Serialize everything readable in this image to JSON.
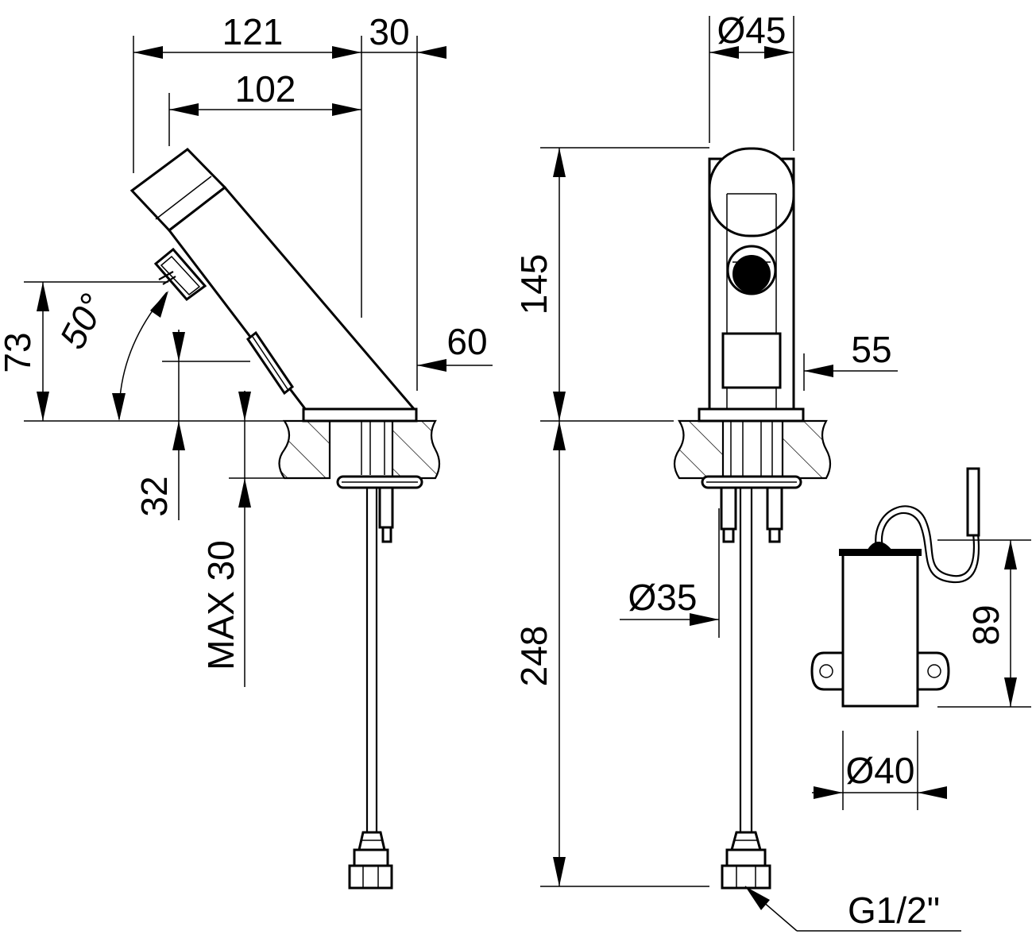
{
  "side_view": {
    "dim_length_total": "121",
    "dim_offset": "30",
    "dim_spout_reach": "102",
    "dim_base_height": "60",
    "dim_outlet_height": "73",
    "dim_angle": "50°",
    "dim_plate_thickness": "32",
    "dim_max_counter": "MAX 30"
  },
  "front_view": {
    "dim_width": "Ø45",
    "dim_height_above": "145",
    "dim_body_width": "55",
    "dim_below_counter": "248",
    "dim_shank_dia": "Ø35",
    "dim_connector": "G1/2\""
  },
  "control_box": {
    "dim_height": "89",
    "dim_diameter": "Ø40"
  }
}
